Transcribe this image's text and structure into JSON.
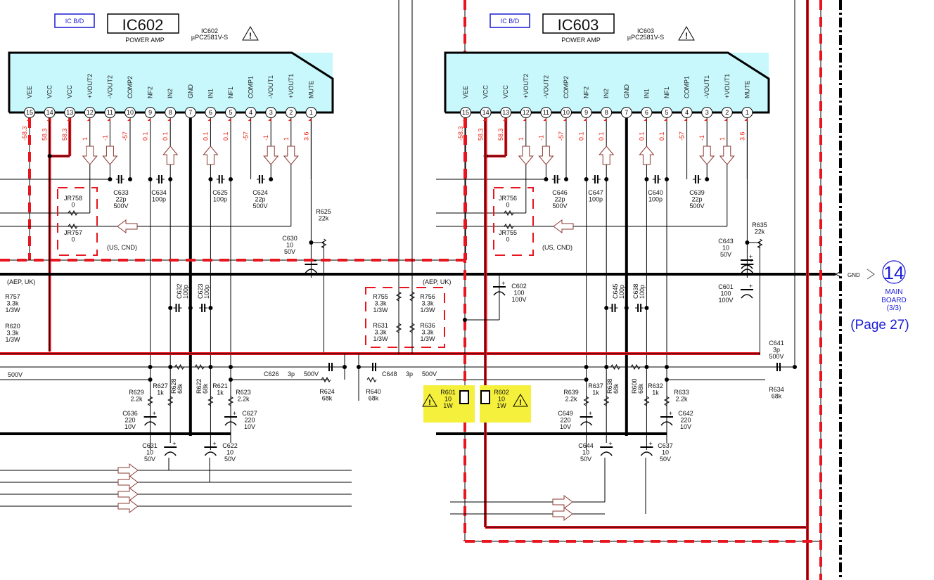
{
  "ics": [
    {
      "id": "ic602",
      "badge": "IC B/D",
      "title": "IC602",
      "subtitle": "POWER AMP",
      "part_ref": "IC602",
      "part_number": "µPC2581V-S",
      "pins": [
        {
          "num": "15",
          "name": "VEE",
          "voltage": "-58.3"
        },
        {
          "num": "14",
          "name": "VCC",
          "voltage": "58.3"
        },
        {
          "num": "13",
          "name": "VCC",
          "voltage": "58.3"
        },
        {
          "num": "12",
          "name": "+VOUT2",
          "voltage": "1"
        },
        {
          "num": "11",
          "name": "-VOUT2",
          "voltage": "-1"
        },
        {
          "num": "10",
          "name": "COMP2",
          "voltage": "-57"
        },
        {
          "num": "9",
          "name": "NF2",
          "voltage": "0.1"
        },
        {
          "num": "8",
          "name": "IN2",
          "voltage": "0.1"
        },
        {
          "num": "7",
          "name": "GND",
          "voltage": ""
        },
        {
          "num": "6",
          "name": "IN1",
          "voltage": "0.1"
        },
        {
          "num": "5",
          "name": "NF1",
          "voltage": "0.1"
        },
        {
          "num": "4",
          "name": "COMP1",
          "voltage": "-57"
        },
        {
          "num": "3",
          "name": "-VOUT1",
          "voltage": "-1"
        },
        {
          "num": "2",
          "name": "+VOUT1",
          "voltage": "1"
        },
        {
          "num": "1",
          "name": "MUTE",
          "voltage": "3.6"
        }
      ]
    },
    {
      "id": "ic603",
      "badge": "IC B/D",
      "title": "IC603",
      "subtitle": "POWER AMP",
      "part_ref": "IC603",
      "part_number": "µPC2581V-S",
      "pins": [
        {
          "num": "15",
          "name": "VEE",
          "voltage": "-58.3"
        },
        {
          "num": "14",
          "name": "VCC",
          "voltage": "58.3"
        },
        {
          "num": "13",
          "name": "VCC",
          "voltage": "58.3"
        },
        {
          "num": "12",
          "name": "+VOUT2",
          "voltage": "1"
        },
        {
          "num": "11",
          "name": "-VOUT2",
          "voltage": "-1"
        },
        {
          "num": "10",
          "name": "COMP2",
          "voltage": "-57"
        },
        {
          "num": "9",
          "name": "NF2",
          "voltage": "0.1"
        },
        {
          "num": "8",
          "name": "IN2",
          "voltage": "0.1"
        },
        {
          "num": "7",
          "name": "GND",
          "voltage": ""
        },
        {
          "num": "6",
          "name": "IN1",
          "voltage": "0.1"
        },
        {
          "num": "5",
          "name": "NF1",
          "voltage": "0.1"
        },
        {
          "num": "4",
          "name": "COMP1",
          "voltage": "-57"
        },
        {
          "num": "3",
          "name": "-VOUT1",
          "voltage": "-1"
        },
        {
          "num": "2",
          "name": "+VOUT1",
          "voltage": "1"
        },
        {
          "num": "1",
          "name": "MUTE",
          "voltage": "3.6"
        }
      ]
    }
  ],
  "components": {
    "c633": [
      "C633",
      "22p",
      "500V"
    ],
    "c634": [
      "C634",
      "100p"
    ],
    "c625": [
      "C625",
      "100p"
    ],
    "c624": [
      "C624",
      "22p",
      "500V"
    ],
    "c646": [
      "C646",
      "22p",
      "500V"
    ],
    "c647": [
      "C647",
      "100p"
    ],
    "c640": [
      "C640",
      "100p"
    ],
    "c639": [
      "C639",
      "22p",
      "500V"
    ],
    "jr758": [
      "JR758",
      "0"
    ],
    "jr757": [
      "JR757",
      "0"
    ],
    "jr756": [
      "JR756",
      "0"
    ],
    "jr755": [
      "JR755",
      "0"
    ],
    "r625": [
      "R625",
      "22k"
    ],
    "c630": [
      "C630",
      "10",
      "50V"
    ],
    "r635": [
      "R635",
      "22k"
    ],
    "c643": [
      "C643",
      "10",
      "50V"
    ],
    "c601": [
      "C601",
      "100",
      "100V"
    ],
    "c602": [
      "C602",
      "100",
      "100V"
    ],
    "r757": [
      "R757",
      "3.3k",
      "1/3W"
    ],
    "r620": [
      "R620",
      "3.3k",
      "1/3W"
    ],
    "r755": [
      "R755",
      "3.3k",
      "1/3W"
    ],
    "r631": [
      "R631",
      "3.3k",
      "1/3W"
    ],
    "r756": [
      "R756",
      "3.3k",
      "1/3W"
    ],
    "r636": [
      "R636",
      "3.3k",
      "1/3W"
    ],
    "c632": [
      "C632",
      "100p"
    ],
    "c623": [
      "C623",
      "100p"
    ],
    "c645": [
      "C645",
      "100p"
    ],
    "c638": [
      "C638",
      "100p"
    ],
    "c641": [
      "C641",
      "3p",
      "500V"
    ],
    "c626": [
      "C626",
      "3p",
      "500V"
    ],
    "c648": [
      "C648",
      "3p",
      "500V"
    ],
    "r624": [
      "R624",
      "68k"
    ],
    "r640": [
      "R640",
      "68k"
    ],
    "r634": [
      "R634",
      "68k"
    ],
    "r628": [
      "R628",
      "68k"
    ],
    "r622": [
      "R622",
      "68k"
    ],
    "r638": [
      "R638",
      "68k"
    ],
    "r600": [
      "R600",
      "68k"
    ],
    "r627": [
      "R627",
      "1k"
    ],
    "r621": [
      "R621",
      "1k"
    ],
    "r637": [
      "R637",
      "1k"
    ],
    "r632": [
      "R632",
      "1k"
    ],
    "r629": [
      "R629",
      "2.2k"
    ],
    "r623": [
      "R623",
      "2.2k"
    ],
    "r639": [
      "R639",
      "2.2k"
    ],
    "r633": [
      "R633",
      "2.2k"
    ],
    "c636": [
      "C636",
      "220",
      "10V"
    ],
    "c627": [
      "C627",
      "220",
      "10V"
    ],
    "c649": [
      "C649",
      "220",
      "10V"
    ],
    "c642": [
      "C642",
      "220",
      "10V"
    ],
    "c631": [
      "C631",
      "10",
      "50V"
    ],
    "c622": [
      "C622",
      "10",
      "50V"
    ],
    "c644": [
      "C644",
      "10",
      "50V"
    ],
    "c637": [
      "C637",
      "10",
      "50V"
    ],
    "r601": [
      "R601",
      "10",
      "1W"
    ],
    "r602": [
      "R602",
      "10",
      "1W"
    ]
  },
  "notes": {
    "us_cnd": "(US, CND)",
    "aep_uk": "(AEP, UK)",
    "left_500v": "500V"
  },
  "connector": {
    "signal": "GND",
    "number": "14",
    "board_line1": "MAIN",
    "board_line2": "BOARD",
    "board_line3": "(3/3)",
    "page_ref": "(Page 27)"
  },
  "colors": {
    "ic_fill": "#c8f8fc",
    "power_red": "#e8141e",
    "link_blue": "#1a1ad6",
    "warning_yellow": "#f5f03c",
    "arrow_brown": "#8a3a32"
  }
}
